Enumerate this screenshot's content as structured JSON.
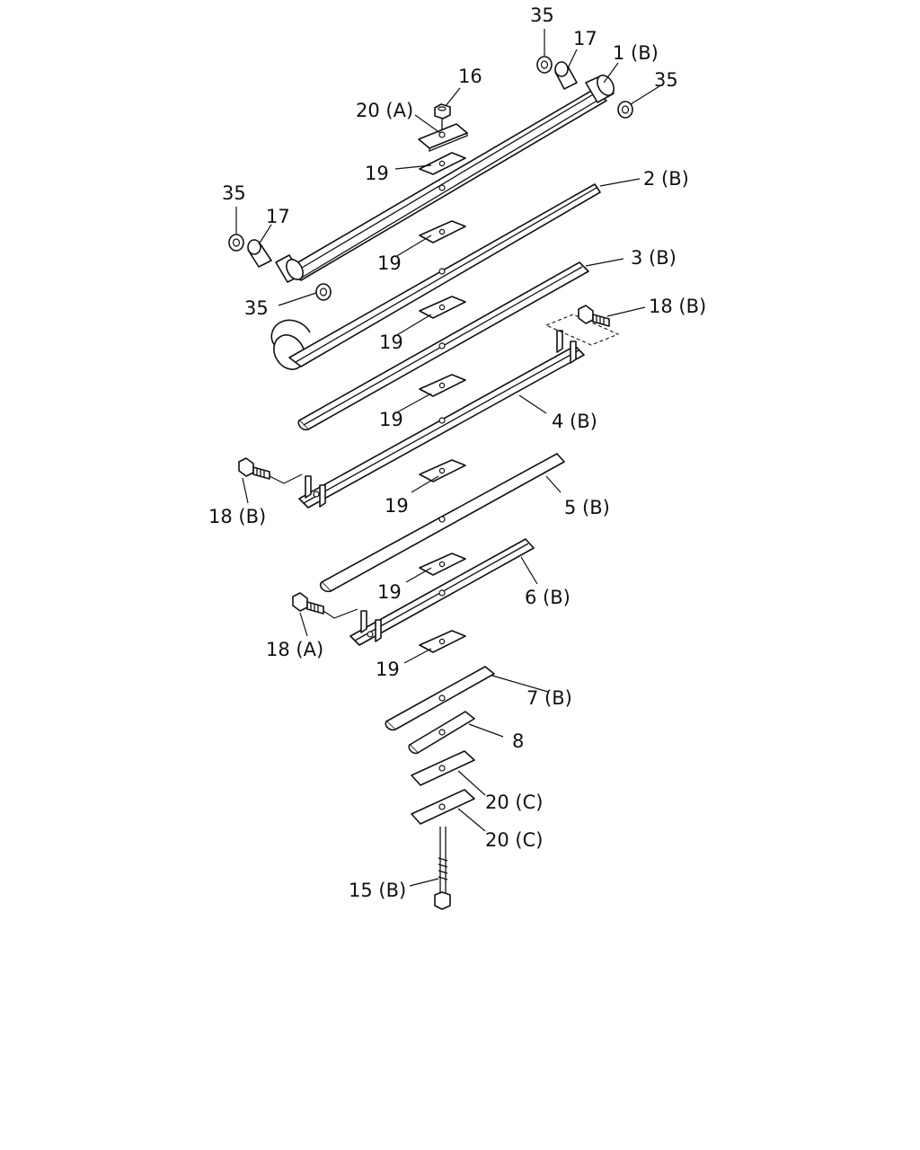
{
  "diagram": {
    "labels": {
      "l35_top": "35",
      "l17_top": "17",
      "l1b": "1 (B)",
      "l35_right": "35",
      "l16": "16",
      "l20a": "20 (A)",
      "l19_a": "19",
      "l2b": "2 (B)",
      "l35_left": "35",
      "l17_left": "17",
      "l19_b": "19",
      "l3b": "3 (B)",
      "l35_bottom": "35",
      "l18b_right": "18 (B)",
      "l19_c": "19",
      "l19_d": "19",
      "l4b": "4 (B)",
      "l18b_left": "18 (B)",
      "l19_e": "19",
      "l5b": "5 (B)",
      "l19_f": "19",
      "l6b": "6 (B)",
      "l18a": "18 (A)",
      "l19_g": "19",
      "l7b": "7 (B)",
      "l8": "8",
      "l20c_a": "20 (C)",
      "l20c_b": "20 (C)",
      "l15b": "15 (B)"
    }
  }
}
